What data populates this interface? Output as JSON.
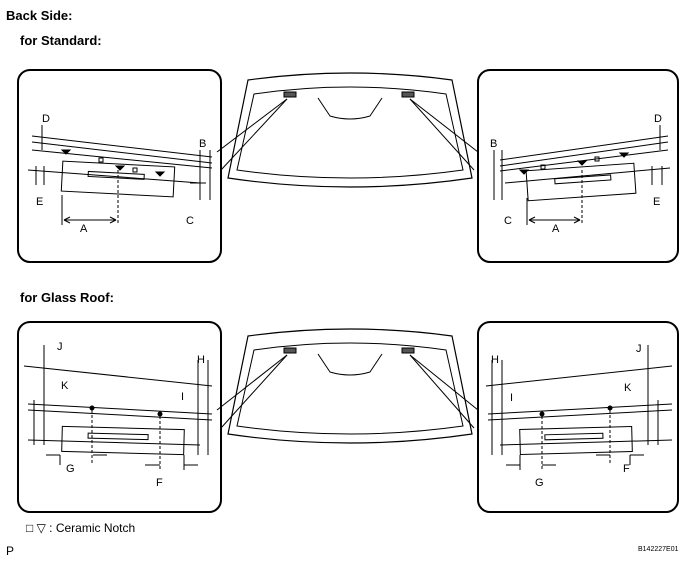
{
  "headings": {
    "back_side": "Back Side:",
    "standard": "for Standard:",
    "glass_roof": "for Glass Roof:"
  },
  "legend": {
    "symbols": "□ ▽",
    "label": ": Ceramic Notch"
  },
  "footer": {
    "left": "P",
    "code": "B142227E01"
  },
  "labels": {
    "A": "A",
    "B": "B",
    "C": "C",
    "D": "D",
    "E": "E",
    "F": "F",
    "G": "G",
    "H": "H",
    "I": "I",
    "J": "J",
    "K": "K"
  }
}
